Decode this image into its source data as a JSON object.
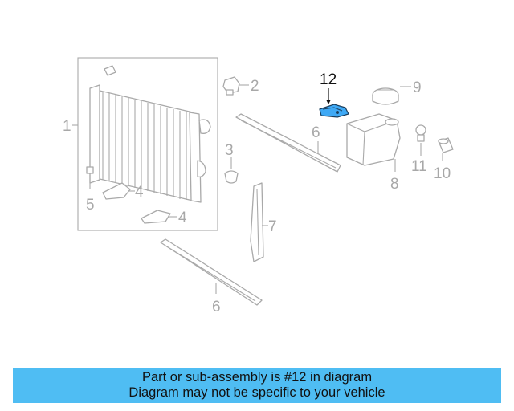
{
  "diagram": {
    "highlight_color": "#3fa9f5",
    "callouts": {
      "c1": "1",
      "c2": "2",
      "c3": "3",
      "c4a": "4",
      "c4b": "4",
      "c5": "5",
      "c6a": "6",
      "c6b": "6",
      "c7": "7",
      "c8": "8",
      "c9": "9",
      "c10": "10",
      "c11": "11",
      "c12": "12"
    }
  },
  "banner": {
    "line1": "Part or sub-assembly is #12 in diagram",
    "line2": "Diagram may not be specific to your vehicle",
    "color": "#4fbdf3"
  }
}
